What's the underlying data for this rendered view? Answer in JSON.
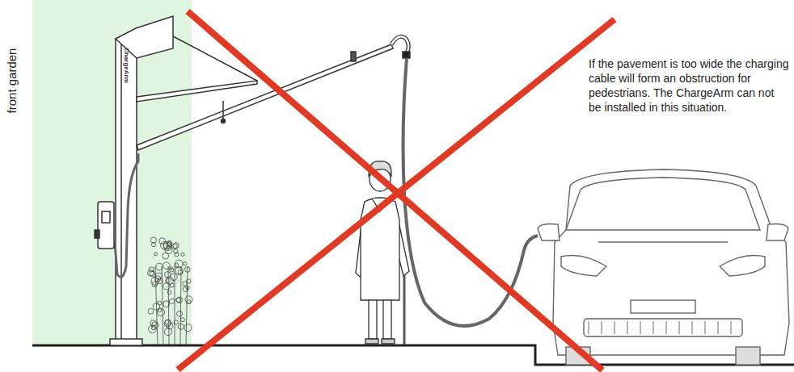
{
  "diagram": {
    "labels": [
      "front garden",
      "ChargeArm",
      "If the pavement is too wide the charging cable will form an obstruction for pedestrians. The ChargeArm can not be installed in this situation."
    ]
  }
}
